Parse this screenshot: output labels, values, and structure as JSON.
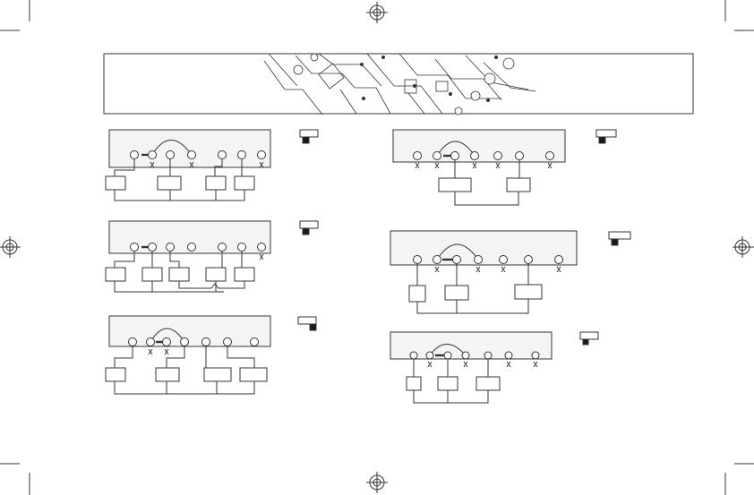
{
  "page": {
    "title": "",
    "colors": {
      "line": "#333333",
      "panel": "#f4f4f4",
      "frame": "#1a1a1a"
    },
    "icons": [
      "registration-mark-icon",
      "crop-mark-icon",
      "selector-switch-icon"
    ]
  },
  "diagrams": [
    {
      "id": "left-1",
      "terminals": 7,
      "devices": 4,
      "switch": "1"
    },
    {
      "id": "left-2",
      "terminals": 7,
      "devices": 5,
      "switch": "2"
    },
    {
      "id": "left-3",
      "terminals": 7,
      "devices": 4,
      "switch": "3"
    },
    {
      "id": "right-1",
      "terminals": 7,
      "devices": 2,
      "switch": "1"
    },
    {
      "id": "right-2",
      "terminals": 7,
      "devices": 3,
      "switch": "2"
    },
    {
      "id": "right-3",
      "terminals": 7,
      "devices": 3,
      "switch": "3"
    }
  ]
}
